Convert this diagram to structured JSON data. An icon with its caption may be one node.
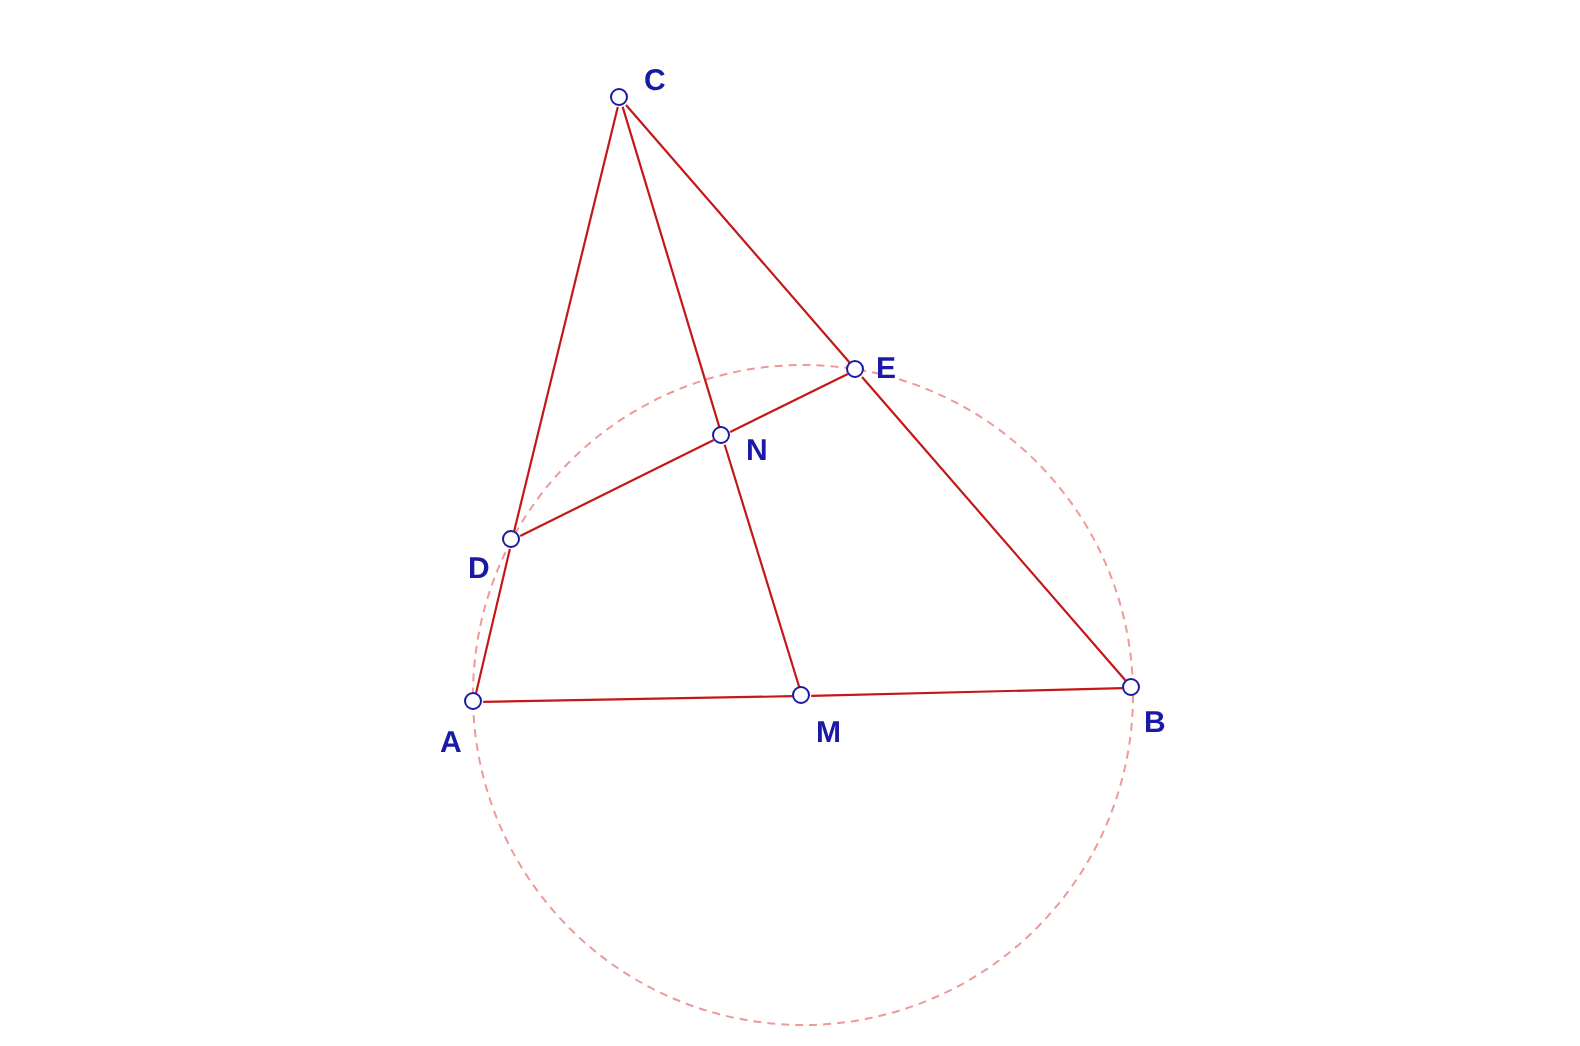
{
  "diagram": {
    "nodes": [
      {
        "text": [],
        "shape": "circle",
        "beside": [
          "C"
        ]
      },
      {
        "text": [],
        "shape": "circle",
        "beside": [
          "E"
        ]
      },
      {
        "text": [],
        "shape": "circle",
        "beside": [
          "N"
        ]
      },
      {
        "text": [],
        "shape": "circle",
        "beside": [
          "D"
        ]
      },
      {
        "text": [],
        "shape": "circle",
        "beside": [
          "A"
        ]
      },
      {
        "text": [],
        "shape": "circle",
        "beside": [
          "M"
        ]
      },
      {
        "text": [],
        "shape": "circle",
        "beside": [
          "B"
        ]
      }
    ],
    "edges": [
      {
        "from": 0,
        "to": 3,
        "arrow": "none"
      },
      {
        "from": 3,
        "to": 4,
        "arrow": "none"
      },
      {
        "from": 0,
        "to": 1,
        "arrow": "none"
      },
      {
        "from": 1,
        "to": 6,
        "arrow": "none"
      },
      {
        "from": 4,
        "to": 5,
        "arrow": "none"
      },
      {
        "from": 5,
        "to": 6,
        "arrow": "none"
      },
      {
        "from": 0,
        "to": 2,
        "arrow": "none"
      },
      {
        "from": 2,
        "to": 5,
        "arrow": "none"
      },
      {
        "from": 3,
        "to": 2,
        "arrow": "none"
      },
      {
        "from": 2,
        "to": 1,
        "arrow": "none"
      }
    ]
  }
}
